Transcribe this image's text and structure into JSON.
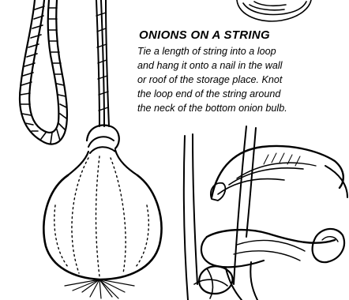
{
  "article": {
    "heading": "ONIONS ON A STRING",
    "body_lines": [
      "Tie a length of string into a loop",
      "and hang it onto a nail in the wall",
      "or roof of the storage place.  Knot",
      "the loop end of the string around",
      "the neck of the bottom onion bulb."
    ]
  },
  "illustrations": [
    {
      "name": "hanging-rope-loop"
    },
    {
      "name": "onion-bulb-on-string"
    },
    {
      "name": "hands-knotting-string"
    },
    {
      "name": "onion-top-partial"
    }
  ],
  "colors": {
    "ink": "#000000",
    "paper": "#ffffff"
  }
}
